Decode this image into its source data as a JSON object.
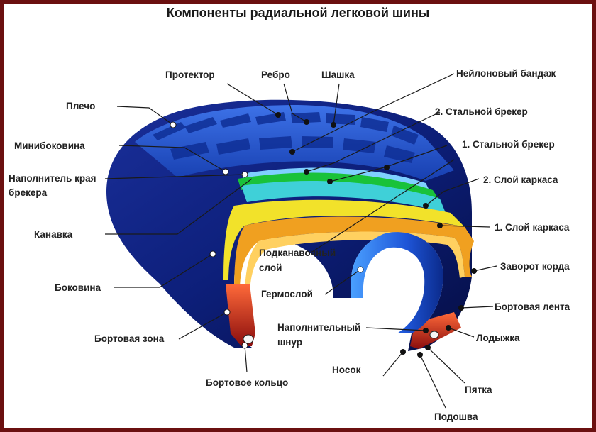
{
  "title": "Компоненты радиальной легковой шины",
  "labels": {
    "protector": "Протектор",
    "rebro": "Ребро",
    "shashka": "Шашка",
    "nylon_bandage": "Нейлоновый бандаж",
    "plecho": "Плечо",
    "steel_breaker_2": "2. Стальной брекер",
    "mini_sidewall": "Минибоковина",
    "steel_breaker_1": "1. Стальной брекер",
    "breaker_edge_filler_1": "Наполнитель края",
    "breaker_edge_filler_2": "брекера",
    "carcass_ply_2": "2. Слой каркаса",
    "groove": "Канавка",
    "carcass_ply_1": "1. Слой каркаса",
    "subgroove_layer_1": "Подканавочный",
    "subgroove_layer_2": "слой",
    "cord_turnup": "Заворот корда",
    "sidewall": "Боковина",
    "inner_liner": "Гермослой",
    "bead_tape": "Бортовая лента",
    "filler_cord_1": "Наполнительный",
    "filler_cord_2": "шнур",
    "bead_zone": "Бортовая зона",
    "ankle": "Лодыжка",
    "toe": "Носок",
    "heel": "Пятка",
    "bead_ring": "Бортовое кольцо",
    "sole": "Подошва"
  },
  "colors": {
    "frame": "#6b1010",
    "tire_dark": "#0a1a6e",
    "tire_blue": "#1f4fd6",
    "tire_light": "#5fa0ff",
    "green_layer": "#19c23a",
    "cyan_layer": "#3fd0d8",
    "yellow_layer": "#f2e22a",
    "orange_layer": "#f0a020",
    "bead_red": "#c8201a"
  }
}
